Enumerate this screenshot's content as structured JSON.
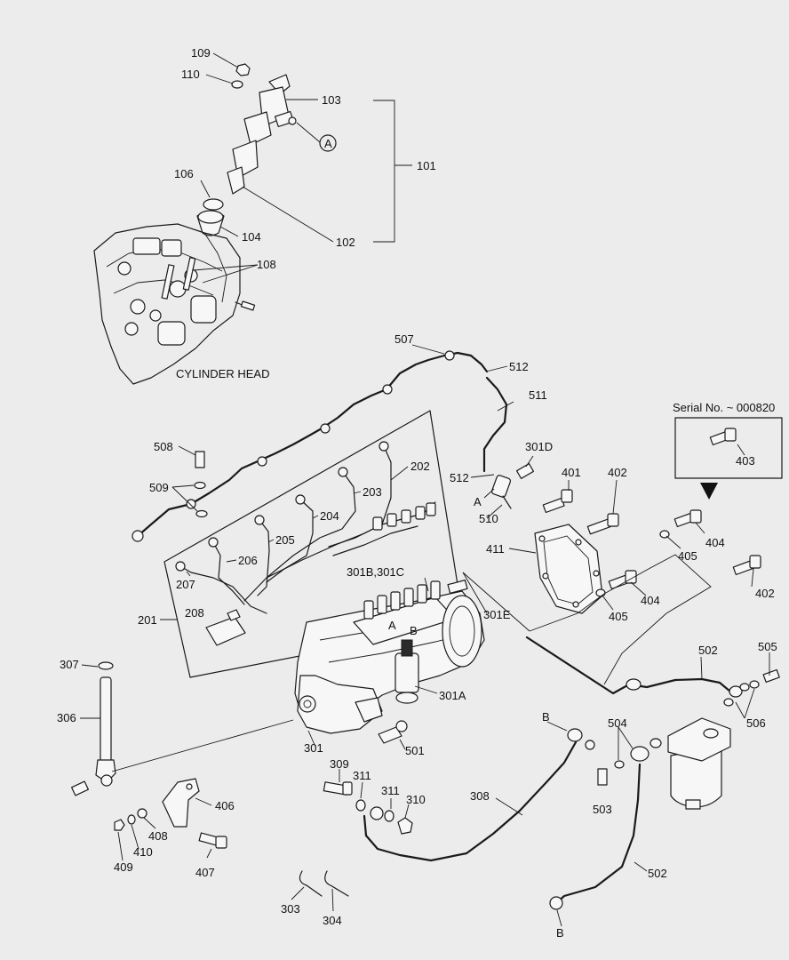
{
  "labels": {
    "l101": "101",
    "l102": "102",
    "l103": "103",
    "l104": "104",
    "l106": "106",
    "l108": "108",
    "l109": "109",
    "l110": "110",
    "cylinder_head": "CYLINDER HEAD",
    "l201": "201",
    "l202": "202",
    "l203": "203",
    "l204": "204",
    "l205": "205",
    "l206": "206",
    "l207": "207",
    "l208": "208",
    "l301": "301",
    "l301a": "301A",
    "l301bc": "301B,301C",
    "l301d": "301D",
    "l301e": "301E",
    "l303": "303",
    "l304": "304",
    "l306": "306",
    "l307": "307",
    "l308": "308",
    "l309": "309",
    "l310": "310",
    "l311a": "311",
    "l311b": "311",
    "l401": "401",
    "l402a": "402",
    "l402b": "402",
    "l403": "403",
    "l404a": "404",
    "l404b": "404",
    "l405a": "405",
    "l405b": "405",
    "l406": "406",
    "l407": "407",
    "l408": "408",
    "l409": "409",
    "l410": "410",
    "l411": "411",
    "l501": "501",
    "l502a": "502",
    "l502b": "502",
    "l503": "503",
    "l504": "504",
    "l505": "505",
    "l506": "506",
    "l507": "507",
    "l508": "508",
    "l509": "509",
    "l510": "510",
    "l511": "511",
    "l512a": "512",
    "l512b": "512",
    "serial": "Serial No. ~ 000820",
    "ref_a_circle": "A",
    "ref_a_510": "A",
    "ref_a_pump": "A",
    "ref_b_pump": "B",
    "ref_b_308": "B",
    "ref_b_502": "B"
  },
  "colors": {
    "line": "#1a1a1a",
    "background": "#ececec"
  }
}
